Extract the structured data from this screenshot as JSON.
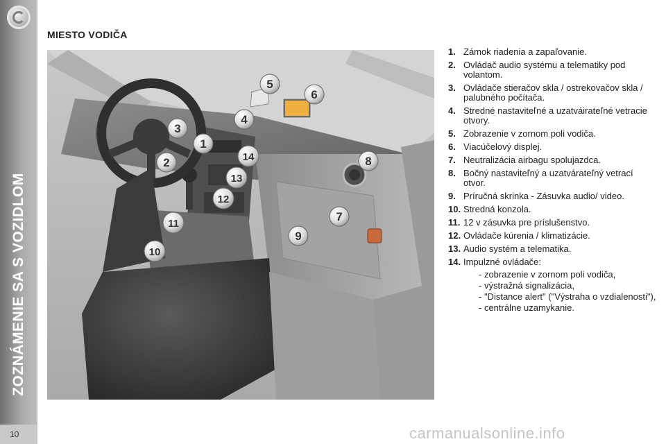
{
  "sidebar": {
    "section_title": "ZOZNÁMENIE SA S VOZIDLOM",
    "page_number": "10"
  },
  "page_title": "MIESTO VODIČA",
  "callouts": [
    "1",
    "2",
    "3",
    "4",
    "5",
    "6",
    "7",
    "8",
    "9",
    "10",
    "11",
    "12",
    "13",
    "14"
  ],
  "legend": [
    {
      "num": "1.",
      "text": "Zámok riadenia a zapaľovanie."
    },
    {
      "num": "2.",
      "text": "Ovládač audio systému a telematiky pod volantom."
    },
    {
      "num": "3.",
      "text": "Ovládače stieračov skla / ostrekovačov skla / palubného počítača."
    },
    {
      "num": "4.",
      "text": "Stredné nastaviteľné a uzatváirateľné vetracie otvory."
    },
    {
      "num": "5.",
      "text": "Zobrazenie v zornom poli vodiča."
    },
    {
      "num": "6.",
      "text": "Viacúčelový displej."
    },
    {
      "num": "7.",
      "text": "Neutralizácia airbagu spolujazdca."
    },
    {
      "num": "8.",
      "text": "Bočný nastaviteľný a uzatvárateľný vetrací otvor."
    },
    {
      "num": "9.",
      "text": "Príručná skrinka - Zásuvka audio/ video."
    },
    {
      "num": "10.",
      "text": "Stredná konzola."
    },
    {
      "num": "11.",
      "text": "12 v zásuvka pre príslušenstvo."
    },
    {
      "num": "12.",
      "text": "Ovládače kúrenia / klimatizácie."
    },
    {
      "num": "13.",
      "text": "Audio systém a telematika."
    },
    {
      "num": "14.",
      "text": "Impulzné ovládače:"
    }
  ],
  "legend_sub": [
    "- zobrazenie v zornom poli vodiča,",
    "- výstražná signalizácia,",
    "- \"Distance alert\" (\"Výstraha o vzdialenosti\"),",
    "- centrálne uzamykanie."
  ],
  "watermark": "carmanualsonline.info"
}
